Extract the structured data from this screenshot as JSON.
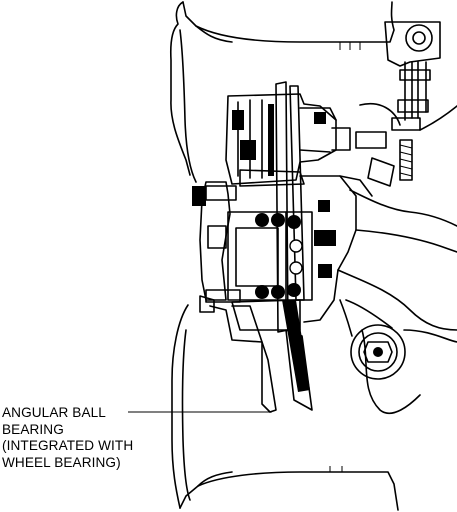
{
  "callout": {
    "lines": [
      "ANGULAR BALL",
      "BEARING",
      "(INTEGRATED WITH",
      "WHEEL BEARING)"
    ]
  }
}
